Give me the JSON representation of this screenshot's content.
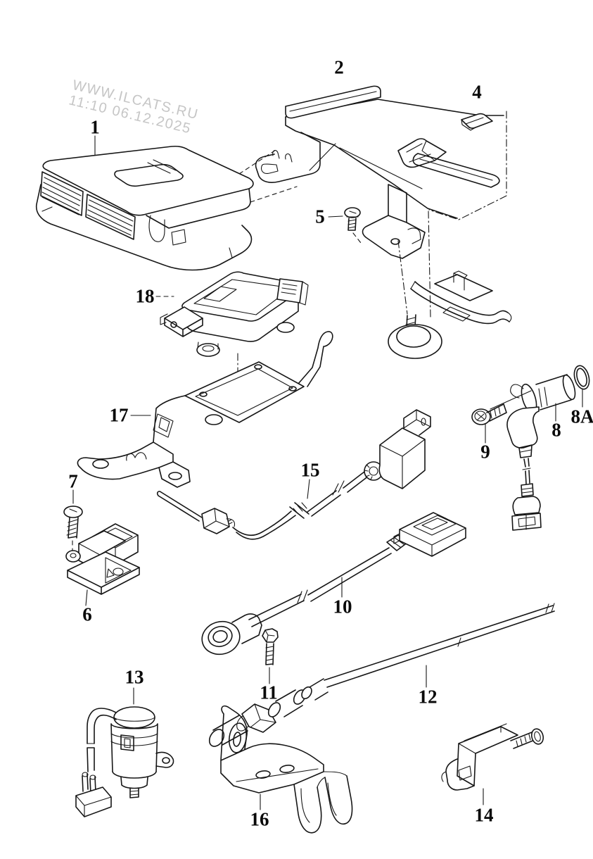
{
  "watermark": {
    "line1": "WWW.ILCATS.RU",
    "line2": "11:10 06.12.2025"
  },
  "labels": [
    {
      "text": "1"
    },
    {
      "text": "2"
    },
    {
      "text": "4"
    },
    {
      "text": "5"
    },
    {
      "text": "18"
    },
    {
      "text": "17"
    },
    {
      "text": "15"
    },
    {
      "text": "7"
    },
    {
      "text": "6"
    },
    {
      "text": "9"
    },
    {
      "text": "8"
    },
    {
      "text": "8A"
    },
    {
      "text": "10"
    },
    {
      "text": "11"
    },
    {
      "text": "12"
    },
    {
      "text": "13"
    },
    {
      "text": "16"
    },
    {
      "text": "14"
    }
  ]
}
